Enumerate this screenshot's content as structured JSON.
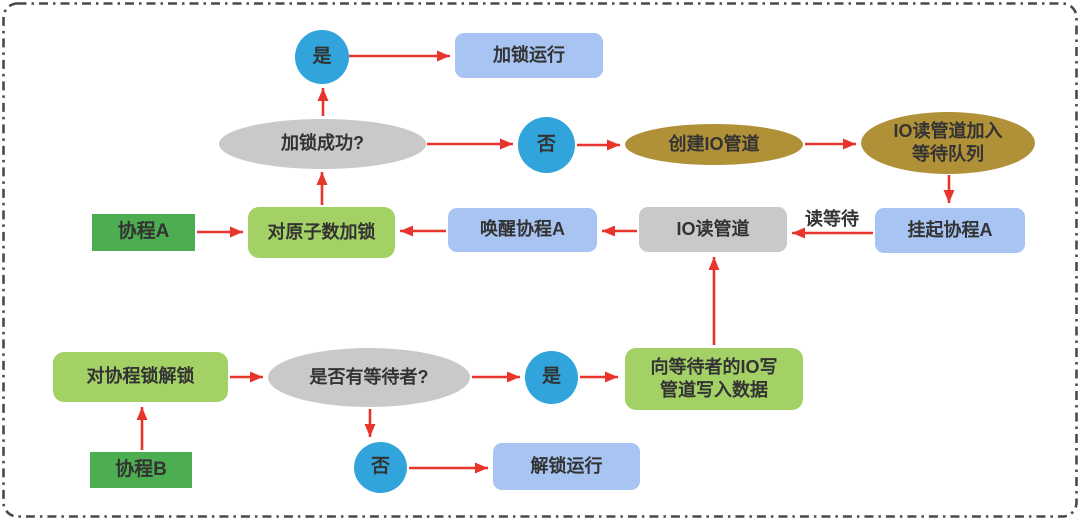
{
  "nodes": {
    "yes_top": "是",
    "run_locked": "加锁运行",
    "lock_success": "加锁成功?",
    "no_top": "否",
    "create_pipe": "创建IO管道",
    "pipe_join_queue": "IO读管道加入等待队列",
    "suspend_a": "挂起协程A",
    "coroutine_a": "协程A",
    "lock_atomic": "对原子数加锁",
    "wake_a": "唤醒协程A",
    "read_pipe": "IO读管道",
    "unlock_lock": "对协程锁解锁",
    "has_waiters": "是否有等待者?",
    "yes_bottom": "是",
    "write_pipe": "向等待者的IO写管道写入数据",
    "no_bottom": "否",
    "run_unlocked": "解锁运行",
    "coroutine_b": "协程B"
  },
  "edge_labels": {
    "read_wait": "读等待"
  },
  "colors": {
    "circle_blue": "#31a4dc",
    "rect_blue": "#a7c4f2",
    "green_light": "#a3d166",
    "green_dark": "#4cae51",
    "olive": "#b09138",
    "gray": "#c9c9c9",
    "arrow_red": "#e8352b",
    "frame": "#4a4a4a",
    "text": "#333333"
  }
}
